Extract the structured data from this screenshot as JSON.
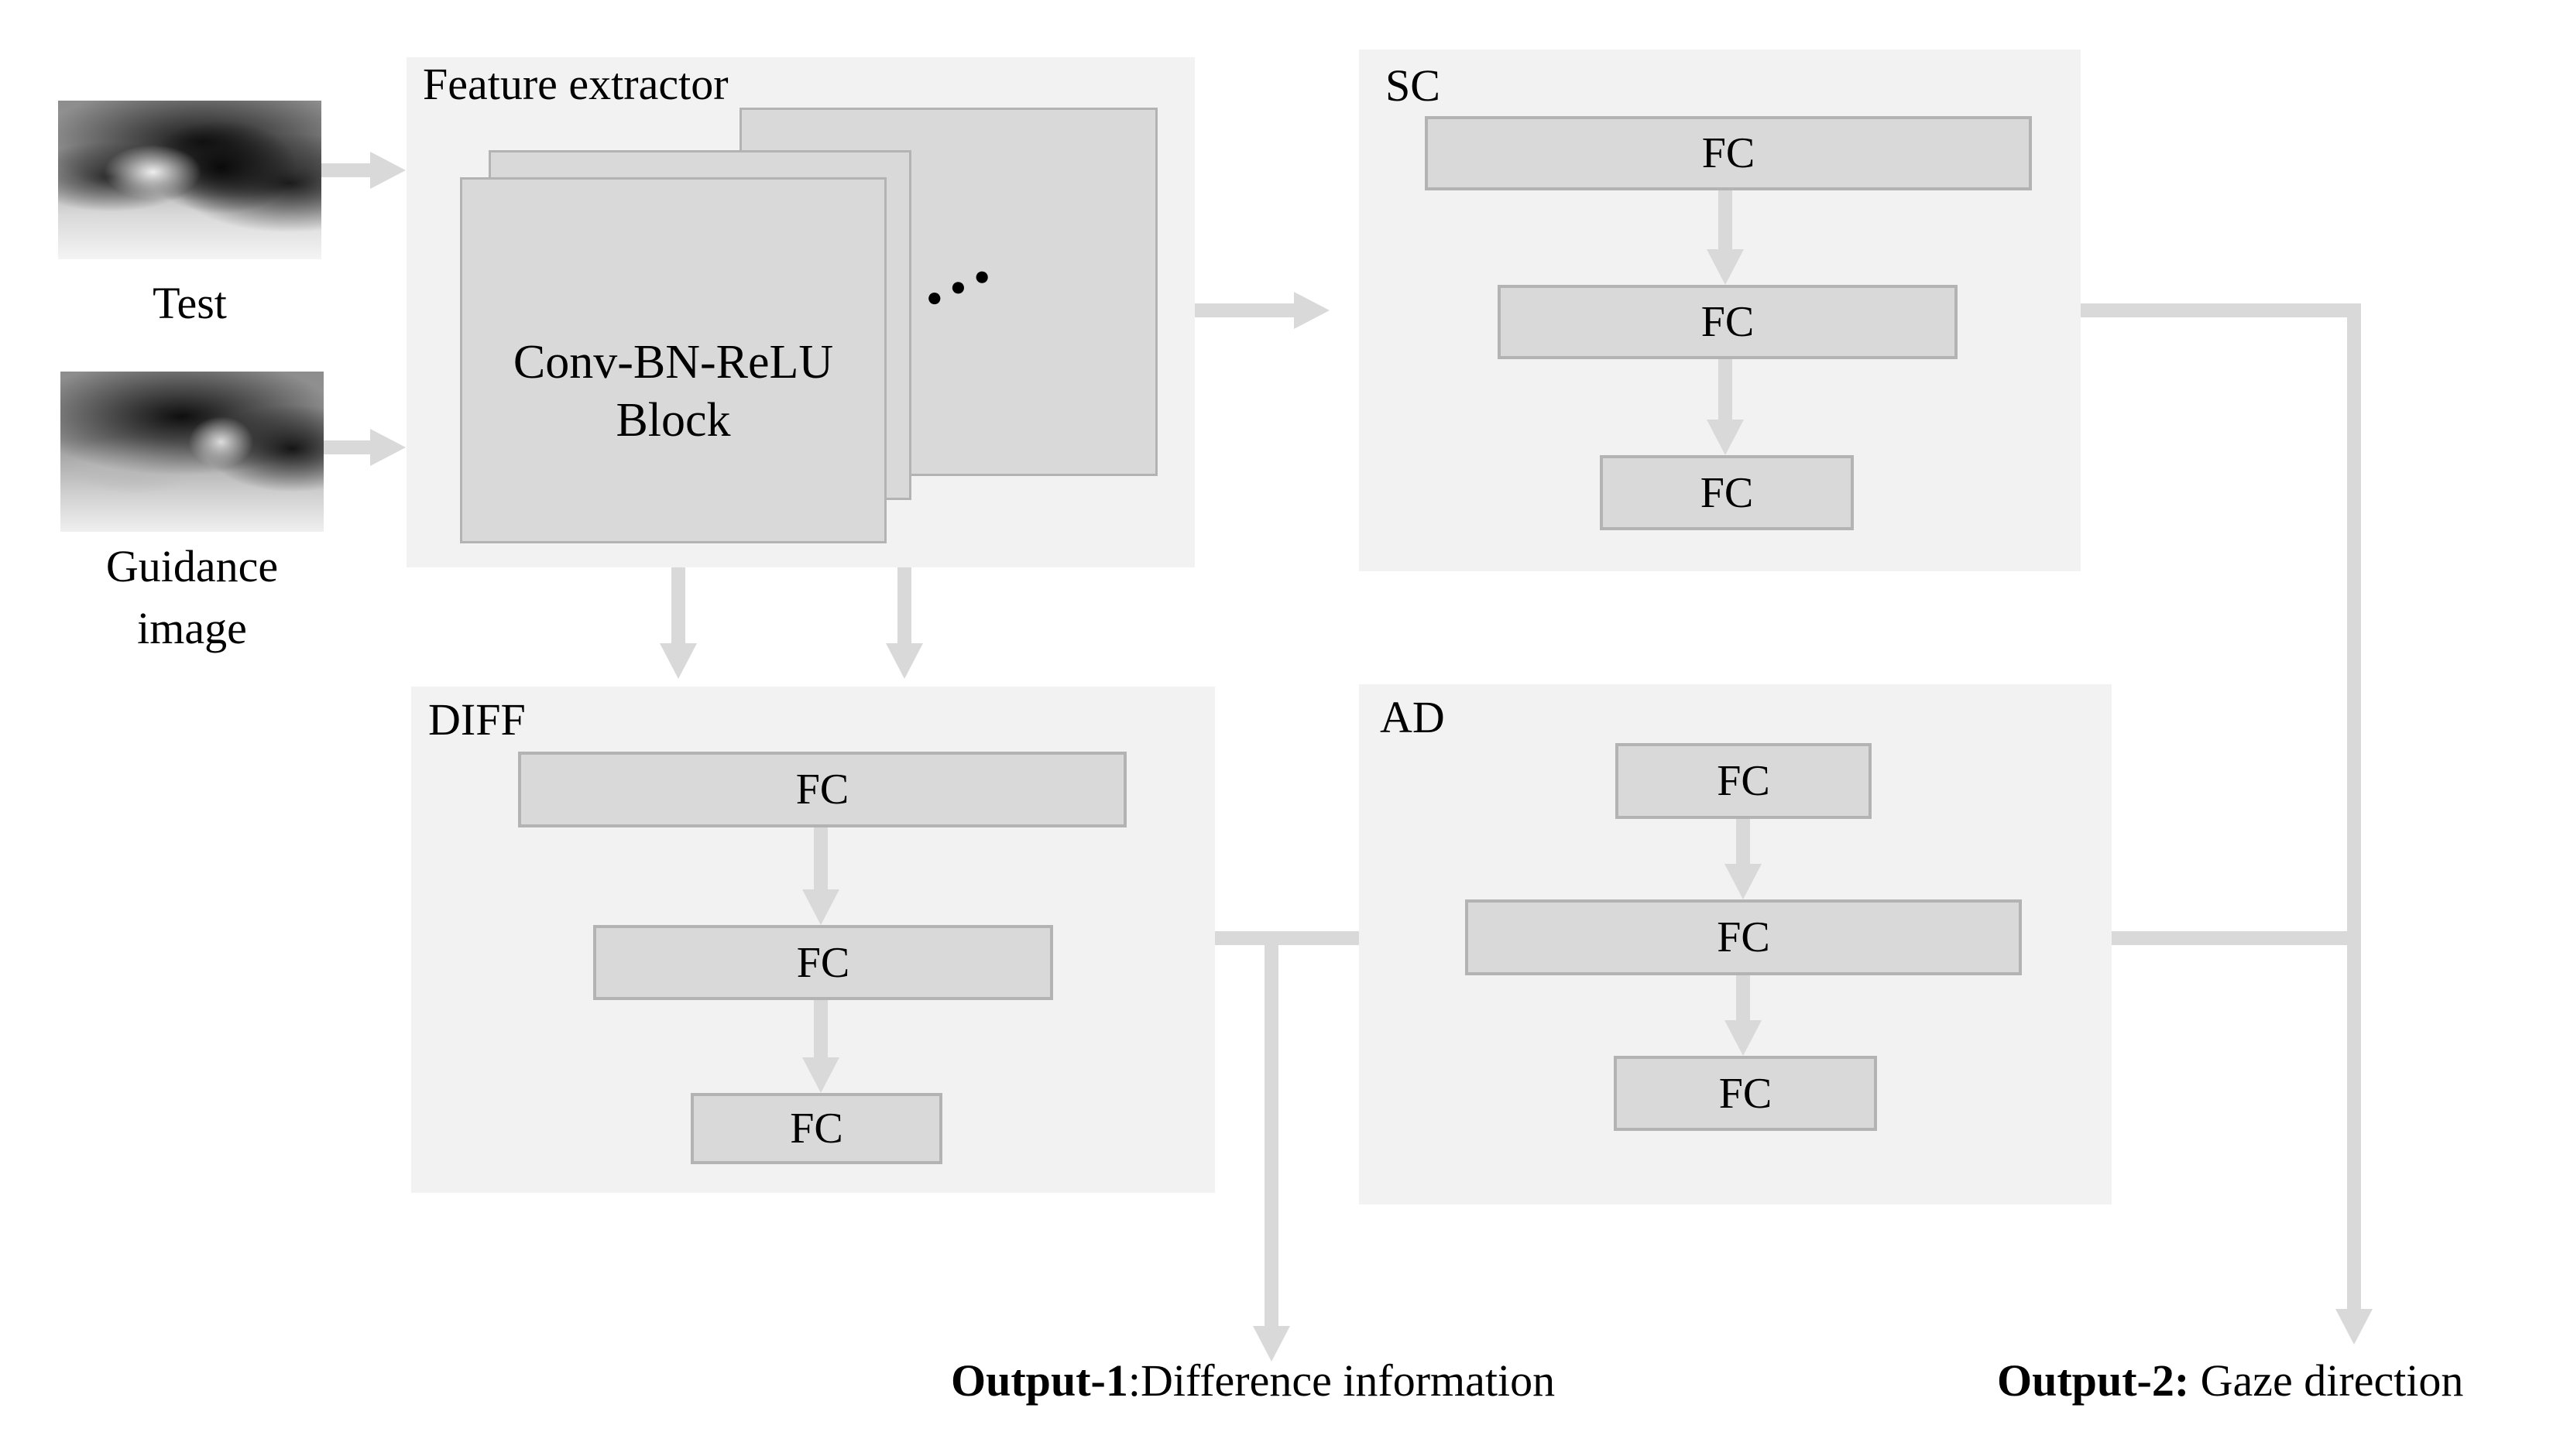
{
  "colors": {
    "background": "#ffffff",
    "panel_fill": "#f2f2f2",
    "block_fill": "#d9d9d9",
    "block_border": "#b3b3b3",
    "connector": "#d9d9d9",
    "text": "#000000"
  },
  "inputs": {
    "test_image_label": "Test",
    "guidance_label_line1": "Guidance",
    "guidance_label_line2": "image"
  },
  "feature_extractor": {
    "title": "Feature extractor",
    "block_line1": "Conv-BN-ReLU",
    "block_line2": "Block",
    "ellipsis": "•••"
  },
  "sc_branch": {
    "title": "SC",
    "fc_labels": [
      "FC",
      "FC",
      "FC"
    ]
  },
  "diff_branch": {
    "title": "DIFF",
    "fc_labels": [
      "FC",
      "FC",
      "FC"
    ]
  },
  "ad_branch": {
    "title": "AD",
    "fc_labels": [
      "FC",
      "FC",
      "FC"
    ]
  },
  "outputs": {
    "output1_label_bold": "Output-1",
    "output1_label_rest": ":Difference information",
    "output2_label_bold": "Output-2:",
    "output2_label_rest": " Gaze direction"
  }
}
